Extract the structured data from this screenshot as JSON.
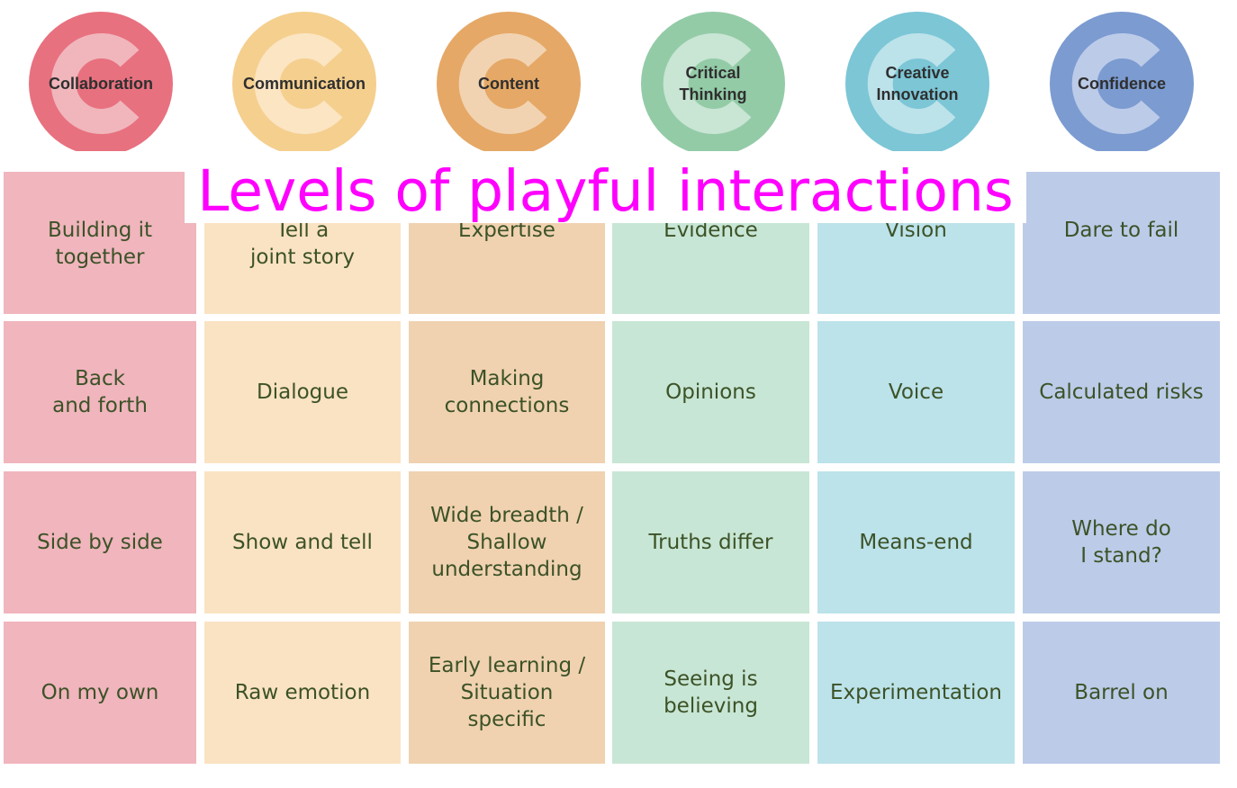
{
  "title": "Levels of playful interactions",
  "columns": [
    {
      "name": "Collaboration",
      "circle_color": "#e8717f",
      "c_color": "#f0b6bc",
      "cell_color": "#f0b5bd",
      "levels": [
        "Building it\ntogether",
        "Back\nand forth",
        "Side by side",
        "On my own"
      ]
    },
    {
      "name": "Communication",
      "circle_color": "#f5cf8e",
      "c_color": "#fbe5c3",
      "cell_color": "#fae3c3",
      "levels": [
        "Tell a\njoint story",
        "Dialogue",
        "Show and tell",
        "Raw emotion"
      ]
    },
    {
      "name": "Content",
      "circle_color": "#e5a866",
      "c_color": "#f1d3b1",
      "cell_color": "#f0d2b0",
      "levels": [
        "Expertise",
        "Making\nconnections",
        "Wide breadth /\nShallow\nunderstanding",
        "Early learning /\nSituation\nspecific"
      ]
    },
    {
      "name": "Critical\nThinking",
      "circle_color": "#93cba7",
      "c_color": "#c9e5d4",
      "cell_color": "#c8e6d5",
      "levels": [
        "Evidence",
        "Opinions",
        "Truths differ",
        "Seeing is\nbelieving"
      ]
    },
    {
      "name": "Creative\nInnovation",
      "circle_color": "#7cc6d6",
      "c_color": "#bce2ea",
      "cell_color": "#bce2ea",
      "levels": [
        "Vision",
        "Voice",
        "Means-end",
        "Experimentation"
      ]
    },
    {
      "name": "Confidence",
      "circle_color": "#7b9bd1",
      "c_color": "#bccbe8",
      "cell_color": "#bccbe8",
      "levels": [
        "Dare to fail",
        "Calculated risks",
        "Where do\nI stand?",
        "Barrel on"
      ]
    }
  ]
}
